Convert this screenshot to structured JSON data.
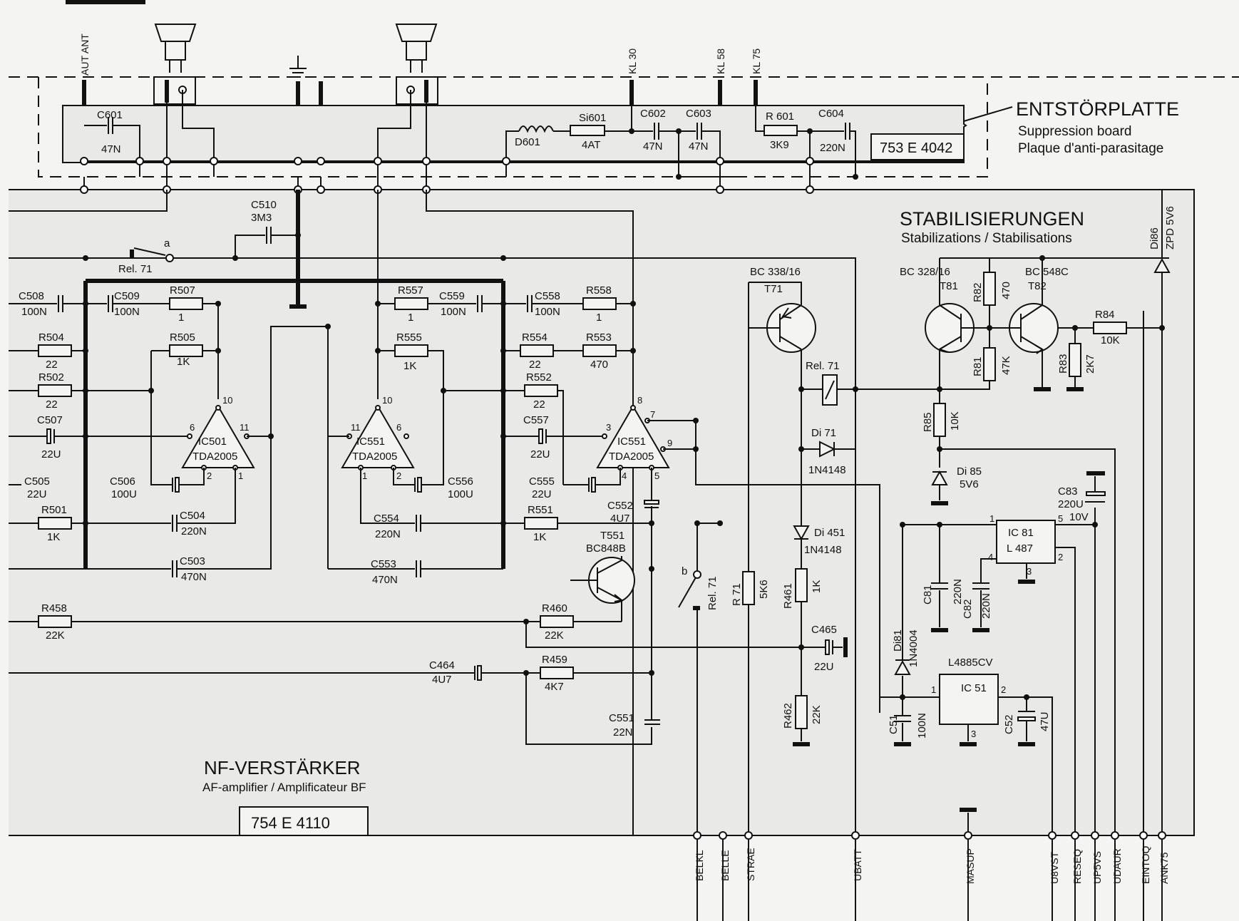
{
  "suppression_board": {
    "title": "ENTSTÖRPLATTE",
    "subtitle_en": "Suppression board",
    "subtitle_fr": "Plaque d'anti-parasitage",
    "part_number": "753 E 4042",
    "top_connectors": [
      "AUT ANT",
      "KL 30",
      "KL 58",
      "KL 75"
    ],
    "components": {
      "C601": {
        "ref": "C601",
        "value": "47N"
      },
      "D601": {
        "ref": "D601"
      },
      "Si601": {
        "ref": "Si601",
        "value": "4AT"
      },
      "C602": {
        "ref": "C602",
        "value": "47N"
      },
      "C603": {
        "ref": "C603",
        "value": "47N"
      },
      "R601": {
        "ref": "R 601",
        "value": "3K9"
      },
      "C604": {
        "ref": "C604",
        "value": "220N"
      }
    }
  },
  "af_amplifier": {
    "title": "NF-VERSTÄRKER",
    "subtitle": "AF-amplifier / Amplificateur BF",
    "part_number": "754 E 4110",
    "components": {
      "C510": {
        "ref": "C510",
        "value": "3M3"
      },
      "Rel71a": {
        "ref": "Rel. 71",
        "contact": "a"
      },
      "C508": {
        "ref": "C508",
        "value": "100N"
      },
      "C509": {
        "ref": "C509",
        "value": "100N"
      },
      "R507": {
        "ref": "R507",
        "value": "1"
      },
      "R504": {
        "ref": "R504",
        "value": "22"
      },
      "R505": {
        "ref": "R505",
        "value": "1K"
      },
      "R502": {
        "ref": "R502",
        "value": "22"
      },
      "C507": {
        "ref": "C507",
        "value": "22U"
      },
      "C505": {
        "ref": "C505",
        "value": "22U"
      },
      "C506": {
        "ref": "C506",
        "value": "100U"
      },
      "R501": {
        "ref": "R501",
        "value": "1K"
      },
      "C504": {
        "ref": "C504",
        "value": "220N"
      },
      "C503": {
        "ref": "C503",
        "value": "470N"
      },
      "R458": {
        "ref": "R458",
        "value": "22K"
      },
      "IC501": {
        "ref": "IC501",
        "type": "TDA2005"
      },
      "R557": {
        "ref": "R557",
        "value": "1"
      },
      "C559": {
        "ref": "C559",
        "value": "100N"
      },
      "C558": {
        "ref": "C558",
        "value": "100N"
      },
      "R558": {
        "ref": "R558",
        "value": "1"
      },
      "R555": {
        "ref": "R555",
        "value": "1K"
      },
      "R554": {
        "ref": "R554",
        "value": "22"
      },
      "R553": {
        "ref": "R553",
        "value": "470"
      },
      "R552": {
        "ref": "R552",
        "value": "22"
      },
      "C557": {
        "ref": "C557",
        "value": "22U"
      },
      "C556": {
        "ref": "C556",
        "value": "100U"
      },
      "C555": {
        "ref": "C555",
        "value": "22U"
      },
      "C554": {
        "ref": "C554",
        "value": "220N"
      },
      "C553": {
        "ref": "C553",
        "value": "470N"
      },
      "R551": {
        "ref": "R551",
        "value": "1K"
      },
      "C552": {
        "ref": "C552",
        "value": "4U7"
      },
      "T551": {
        "ref": "T551",
        "type": "BC848B"
      },
      "R460": {
        "ref": "R460",
        "value": "22K"
      },
      "C464": {
        "ref": "C464",
        "value": "4U7"
      },
      "R459": {
        "ref": "R459",
        "value": "4K7"
      },
      "C551": {
        "ref": "C551",
        "value": "22N"
      },
      "IC551a": {
        "ref": "IC551",
        "type": "TDA2005"
      },
      "IC551b": {
        "ref": "IC551",
        "type": "TDA2005"
      },
      "Rel71b": {
        "ref": "Rel. 71",
        "contact": "b"
      }
    }
  },
  "stabilizations": {
    "title": "STABILISIERUNGEN",
    "subtitle": "Stabilizations / Stabilisations",
    "components": {
      "T71": {
        "ref": "T71",
        "type": "BC 338/16"
      },
      "Rel71coil": {
        "ref": "Rel. 71"
      },
      "Di71": {
        "ref": "Di 71",
        "type": "1N4148"
      },
      "Di451": {
        "ref": "Di 451",
        "type": "1N4148"
      },
      "R461": {
        "ref": "R461",
        "value": "1K"
      },
      "C465": {
        "ref": "C465",
        "value": "22U"
      },
      "R462": {
        "ref": "R462",
        "value": "22K"
      },
      "R71": {
        "ref": "R 71",
        "value": "5K6"
      },
      "T81": {
        "ref": "T81",
        "type": "BC 328/16"
      },
      "T82": {
        "ref": "T82",
        "type": "BC 548C"
      },
      "R82": {
        "ref": "R82",
        "value": "470"
      },
      "R81": {
        "ref": "R81",
        "value": "47K"
      },
      "R84": {
        "ref": "R84",
        "value": "10K"
      },
      "R83": {
        "ref": "R83",
        "value": "2K7"
      },
      "R85": {
        "ref": "R85",
        "value": "10K"
      },
      "Di85": {
        "ref": "Di 85",
        "type": "5V6"
      },
      "Di86": {
        "ref": "Di86",
        "type": "ZPD 5V6"
      },
      "IC81": {
        "ref": "IC 81",
        "type": "L 487"
      },
      "C83": {
        "ref": "C83",
        "value": "220U",
        "voltage": "10V"
      },
      "C81": {
        "ref": "C81",
        "value": "220N"
      },
      "C82": {
        "ref": "C82",
        "value": "220N"
      },
      "Di81": {
        "ref": "Di81",
        "type": "1N4004"
      },
      "IC51": {
        "ref": "IC 51",
        "type": "L4885CV"
      },
      "C51": {
        "ref": "C51",
        "value": "100N"
      },
      "C52": {
        "ref": "C52",
        "value": "47U"
      }
    }
  },
  "bottom_connectors": [
    "BELKL",
    "BELLE",
    "STRAE",
    "UBATT",
    "MASUP",
    "U8VST",
    "RESEQ",
    "UP5VS",
    "UDAUR",
    "EINTOQ",
    "ANK75"
  ]
}
